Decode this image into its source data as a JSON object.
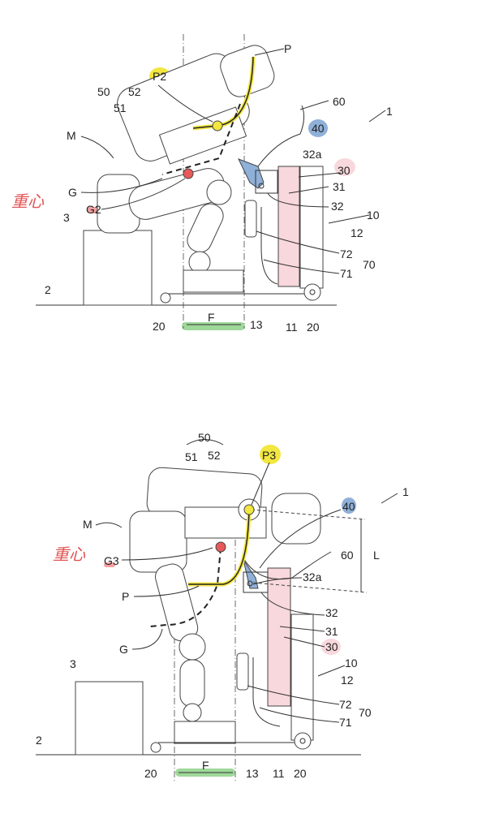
{
  "colors": {
    "yellow": "#f2e640",
    "blue": "#8fb0d8",
    "pink": "#f8d8dc",
    "green": "#9fd89a",
    "red": "#e85a5a"
  },
  "annotation": {
    "center_of_gravity": "重心"
  },
  "figure_top": {
    "labels": {
      "P": "P",
      "P2": "P2",
      "n50": "50",
      "n52": "52",
      "n51": "51",
      "n60": "60",
      "n1": "1",
      "M": "M",
      "n40": "40",
      "n32a": "32a",
      "n30": "30",
      "n31": "31",
      "G": "G",
      "G2": "G2",
      "n32": "32",
      "n10": "10",
      "n3": "3",
      "n12": "12",
      "n72": "72",
      "n70": "70",
      "n71": "71",
      "n2": "2",
      "n20a": "20",
      "F": "F",
      "n13": "13",
      "n11": "11",
      "n20b": "20"
    }
  },
  "figure_bottom": {
    "labels": {
      "n50": "50",
      "n51": "51",
      "n52": "52",
      "P3": "P3",
      "n1": "1",
      "n40": "40",
      "M": "M",
      "L": "L",
      "n60": "60",
      "G3": "G3",
      "n32a": "32a",
      "P": "P",
      "n32": "32",
      "n31": "31",
      "n30": "30",
      "G": "G",
      "n10": "10",
      "n3": "3",
      "n12": "12",
      "n72": "72",
      "n70": "70",
      "n71": "71",
      "n2": "2",
      "n20a": "20",
      "F": "F",
      "n13": "13",
      "n11": "11",
      "n20b": "20"
    }
  }
}
